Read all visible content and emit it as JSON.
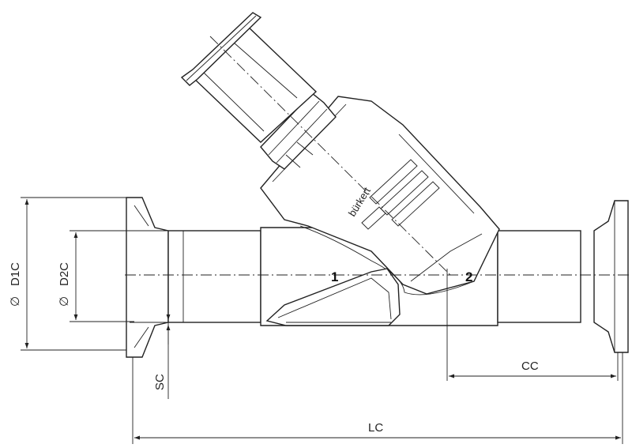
{
  "brand": {
    "logo_text": "bürkert"
  },
  "ports": {
    "inlet": "1",
    "outlet": "2"
  },
  "dimensions": {
    "d1c": "D1C",
    "d2c": "D2C",
    "sc": "SC",
    "cc": "CC",
    "lc": "LC",
    "diameter_symbol": "∅"
  }
}
